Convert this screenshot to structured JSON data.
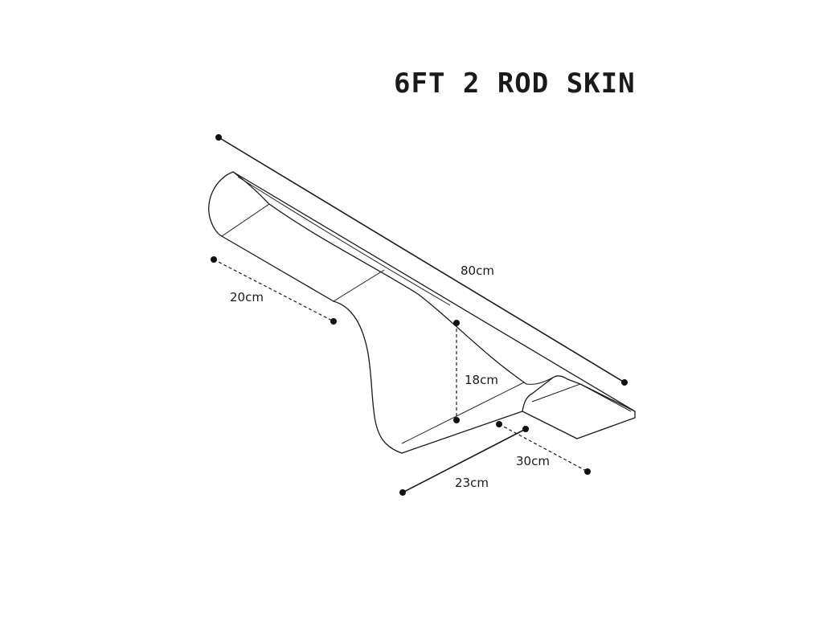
{
  "title": "6FT 2 ROD SKIN",
  "dimensions": {
    "length": "80cm",
    "front_width": "20cm",
    "depth": "18cm",
    "base_width": "23cm",
    "tip_width": "30cm"
  }
}
